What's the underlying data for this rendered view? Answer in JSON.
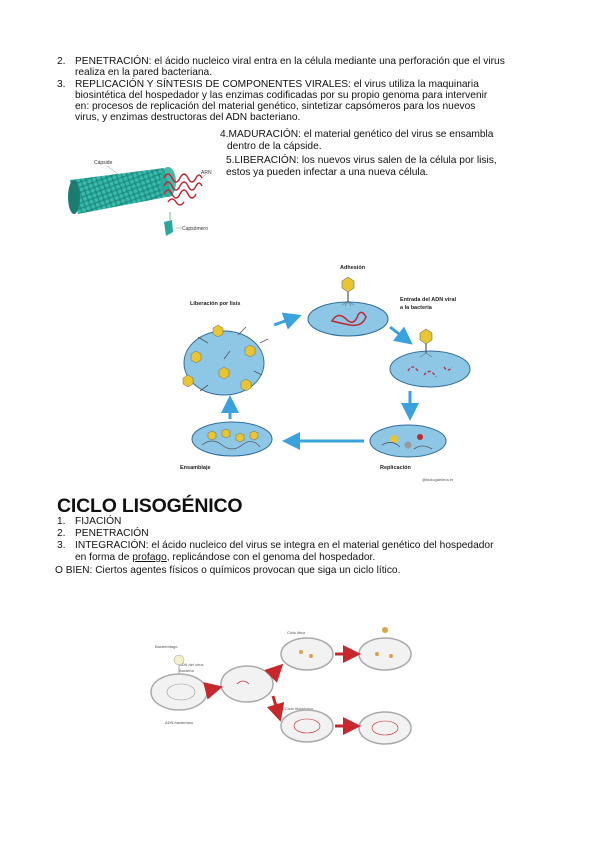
{
  "lytic_list": {
    "item2": {
      "num": "2.",
      "lines": [
        "PENETRACIÓN: el ácido nucleico viral entra en la célula mediante una perforación que el virus",
        "realiza en la pared bacteriana."
      ]
    },
    "item3": {
      "num": "3.",
      "lines": [
        "REPLICACIÓN Y SÍNTESIS DE COMPONENTES VIRALES: el virus utiliza la maquinaria",
        "biosintética del hospedador y las enzimas codificadas por su propio genoma para intervenir",
        "en: procesos de replicación del material genético, sintetizar capsómeros para los nuevos",
        "virus, y enzimas destructoras del ADN bacteriano."
      ]
    },
    "item4": {
      "lines": [
        "4.MADURACIÓN: el material genético del virus se ensambla",
        "dentro de la cápside."
      ]
    },
    "item5": {
      "lines": [
        "5.LIBERACIÓN: los nuevos virus salen de la célula por lisis,",
        "estos ya pueden infectar a una nueva célula."
      ]
    }
  },
  "virus_figure": {
    "capsid_label": "Cápside",
    "arn_label": "ARN",
    "capsomere_label": "Capsómero"
  },
  "lytic_cycle_figure": {
    "adhesion": "Adhesión",
    "entry": [
      "Entrada del ADN viral",
      "a la bacteria"
    ],
    "release": "Liberación por lisis",
    "assembly": "Ensamblaje",
    "replication": "Replicación",
    "credit": "@biologaelena er"
  },
  "lysogenic": {
    "title": "CICLO LISOGÉNICO",
    "items": [
      {
        "num": "1.",
        "text": "FIJACIÓN"
      },
      {
        "num": "2.",
        "text": "PENETRACIÓN"
      },
      {
        "num": "3.",
        "text": "INTEGRACIÓN:  el ácido nucleico del virus se integra en el material genético del hospedador"
      }
    ],
    "item3_line2_pre": "en forma de ",
    "item3_line2_link": "profago",
    "item3_line2_post": ", replicándose con el genoma del hospedador.",
    "note": " O BIEN: Ciertos agentes físicos o químicos provocan que siga un ciclo lítico."
  },
  "lysogenic_figure": {
    "bacteriophage": "Bacteriófago",
    "viral_dna": "ADN del virus",
    "bacterium": "Bacteria",
    "bacterial_dna": "ADN bacteriano",
    "lytic_label": "Ciclo lítico",
    "lysogenic_label": "Ciclo lisogénico"
  },
  "colors": {
    "capsid": "#2aa79a",
    "rna": "#c0272d",
    "cell_fill": "#8ec6e6",
    "cell_stroke": "#2f6d9a",
    "arrow_blue": "#3aa2dd",
    "arrow_red": "#c8282c"
  }
}
